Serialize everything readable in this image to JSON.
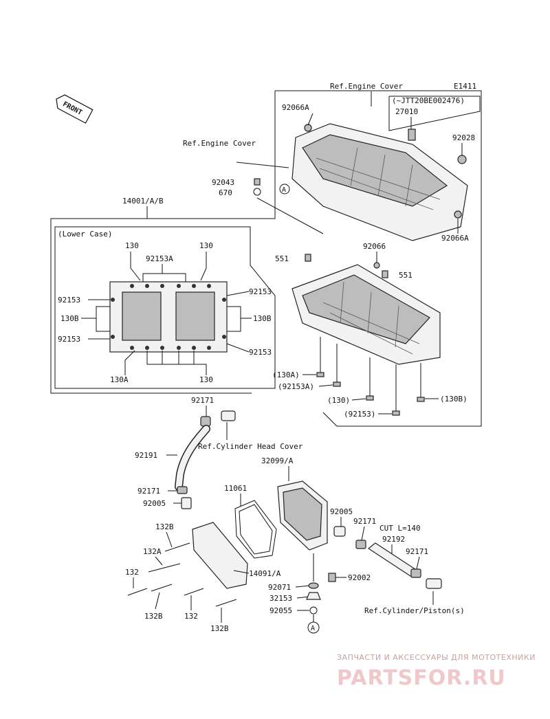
{
  "diagram_id": "E1411",
  "front_label": "FRONT",
  "lower_case_label": "(Lower Case)",
  "refs": {
    "engine_cover_1": "Ref.Engine Cover",
    "engine_cover_2": "Ref.Engine Cover",
    "cylinder_head_cover": "Ref.Cylinder Head Cover",
    "cylinder_piston": "Ref.Cylinder/Piston(s)"
  },
  "callouts": {
    "c92066A_top": "92066A",
    "jtt": "(~JTT20BE002476)",
    "c27010": "27010",
    "c92028": "92028",
    "c92043": "92043",
    "c670": "670",
    "c14001": "14001/A/B",
    "c92066A_right": "92066A",
    "c92066": "92066",
    "c551_left": "551",
    "c551_right": "551",
    "c130_l": "130",
    "c130_r": "130",
    "c92153A_in": "92153A",
    "c92153_l1": "92153",
    "c92153_r1": "92153",
    "c130B_l": "130B",
    "c130B_r": "130B",
    "c92153_l2": "92153",
    "c92153_r2": "92153",
    "c130A_in": "130A",
    "c130_bot": "130",
    "p130A": "(130A)",
    "p92153A": "(92153A)",
    "p130": "(130)",
    "p130B": "(130B)",
    "p92153": "(92153)",
    "c92171_top": "92171",
    "c92191": "92191",
    "c32099": "32099/A",
    "c11061": "11061",
    "c92171_mid": "92171",
    "c92005_l": "92005",
    "c92005_r": "92005",
    "c92171_r1": "92171",
    "cut": "CUT L=140",
    "c92192": "92192",
    "c92171_r2": "92171",
    "c132B_top": "132B",
    "c132A": "132A",
    "c132_l": "132",
    "c14091": "14091/A",
    "c92002": "92002",
    "c92071": "92071",
    "c32153": "32153",
    "c92055": "92055",
    "c132B_bl": "132B",
    "c132_b": "132",
    "c132B_br": "132B",
    "marker_A": "A"
  },
  "watermark": {
    "line1": "ЗАПЧАСТИ И АКСЕССУАРЫ ДЛЯ МОТОТЕХНИКИ",
    "line2": "PARTSFOR.RU"
  }
}
